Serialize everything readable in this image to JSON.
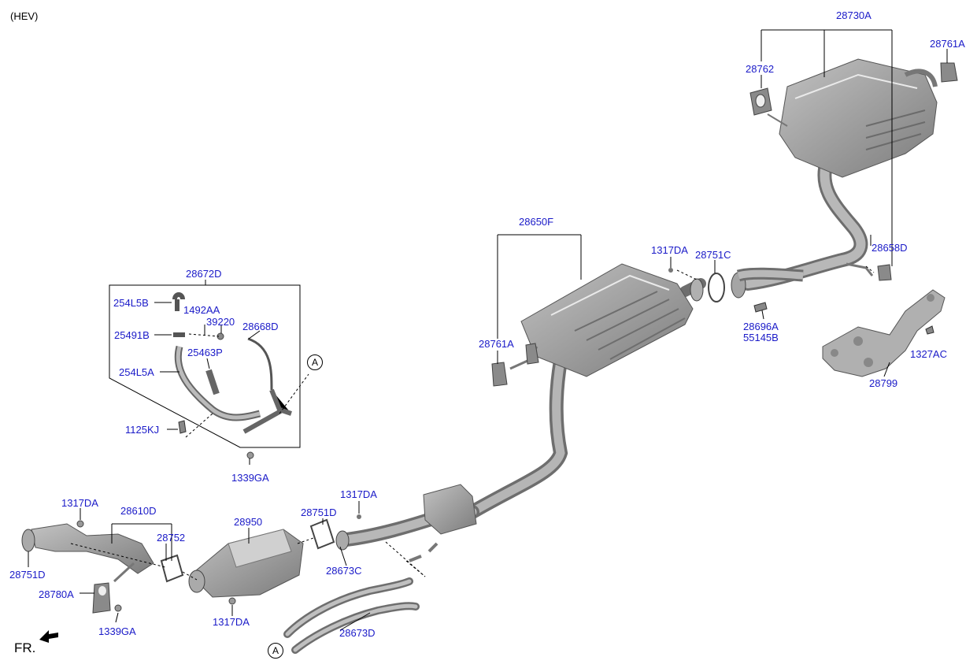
{
  "header": {
    "variant": "(HEV)"
  },
  "orientation": {
    "label": "FR."
  },
  "callouts": {
    "a": "A"
  },
  "parts": {
    "p28730A": "28730A",
    "p28761A_top": "28761A",
    "p28762": "28762",
    "p28658D": "28658D",
    "p1327AC": "1327AC",
    "p28799": "28799",
    "p28650F": "28650F",
    "p1317DA_mid": "1317DA",
    "p28751C": "28751C",
    "p28696A": "28696A",
    "p55145B": "55145B",
    "p28761A_mid": "28761A",
    "p28672D": "28672D",
    "p254L5B": "254L5B",
    "p1492AA": "1492AA",
    "p39220": "39220",
    "p28668D": "28668D",
    "p25491B": "25491B",
    "p25463P": "25463P",
    "p254L5A": "254L5A",
    "p1125KJ": "1125KJ",
    "p1339GA_box": "1339GA",
    "p1317DA_left": "1317DA",
    "p28610D": "28610D",
    "p28752": "28752",
    "p28950": "28950",
    "p28751D_mid": "28751D",
    "p1317DA_center": "1317DA",
    "p28673C": "28673C",
    "p28751D_left": "28751D",
    "p28780A": "28780A",
    "p1339GA_bottom": "1339GA",
    "p1317DA_bottom": "1317DA",
    "p28673D": "28673D"
  },
  "colors": {
    "part_label": "#1a1ac8",
    "component_fill": "#9a9a9a",
    "component_dark": "#6e6e6e",
    "component_light": "#c4c4c4",
    "leader_line": "#000000"
  }
}
